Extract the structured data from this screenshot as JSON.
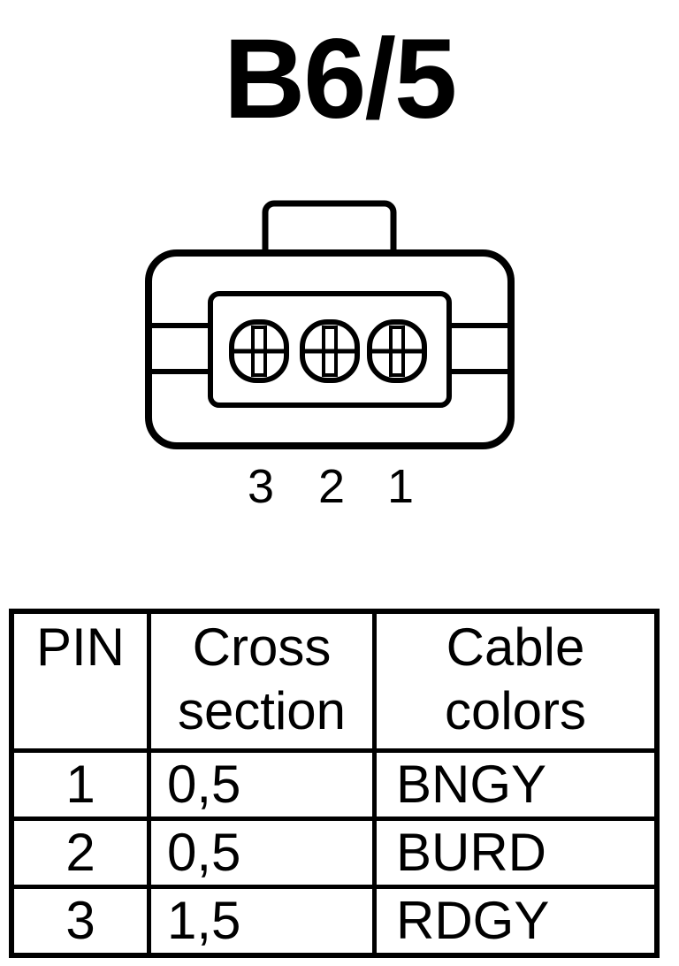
{
  "title": "B6/5",
  "connector": {
    "pin_labels": [
      "3",
      "2",
      "1"
    ]
  },
  "table": {
    "headers": {
      "pin": "PIN",
      "cross_section": [
        "Cross",
        "section"
      ],
      "cable_colors": [
        "Cable",
        "colors"
      ]
    },
    "rows": [
      {
        "pin": "1",
        "cross_section": "0,5",
        "color": "BNGY"
      },
      {
        "pin": "2",
        "cross_section": "0,5",
        "color": "BURD"
      },
      {
        "pin": "3",
        "cross_section": "1,5",
        "color": "RDGY"
      }
    ]
  }
}
